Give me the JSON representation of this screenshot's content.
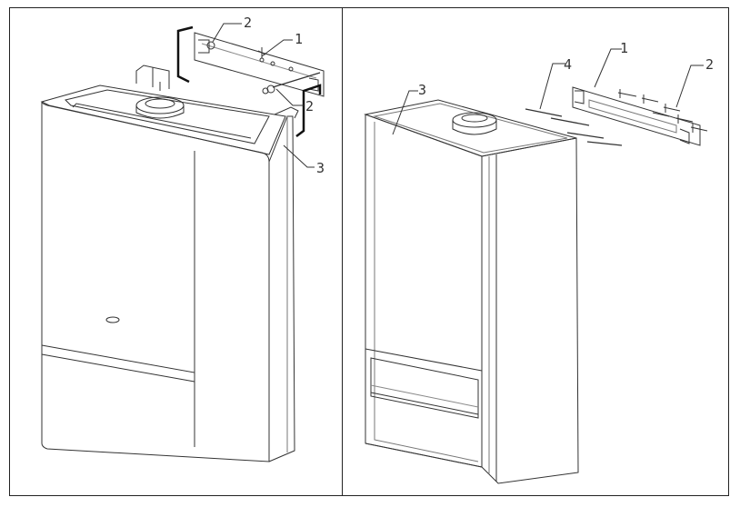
{
  "left_panel": {
    "callouts": [
      "2",
      "1",
      "2",
      "3"
    ]
  },
  "right_panel": {
    "callouts": [
      "4",
      "1",
      "2",
      "3"
    ]
  }
}
